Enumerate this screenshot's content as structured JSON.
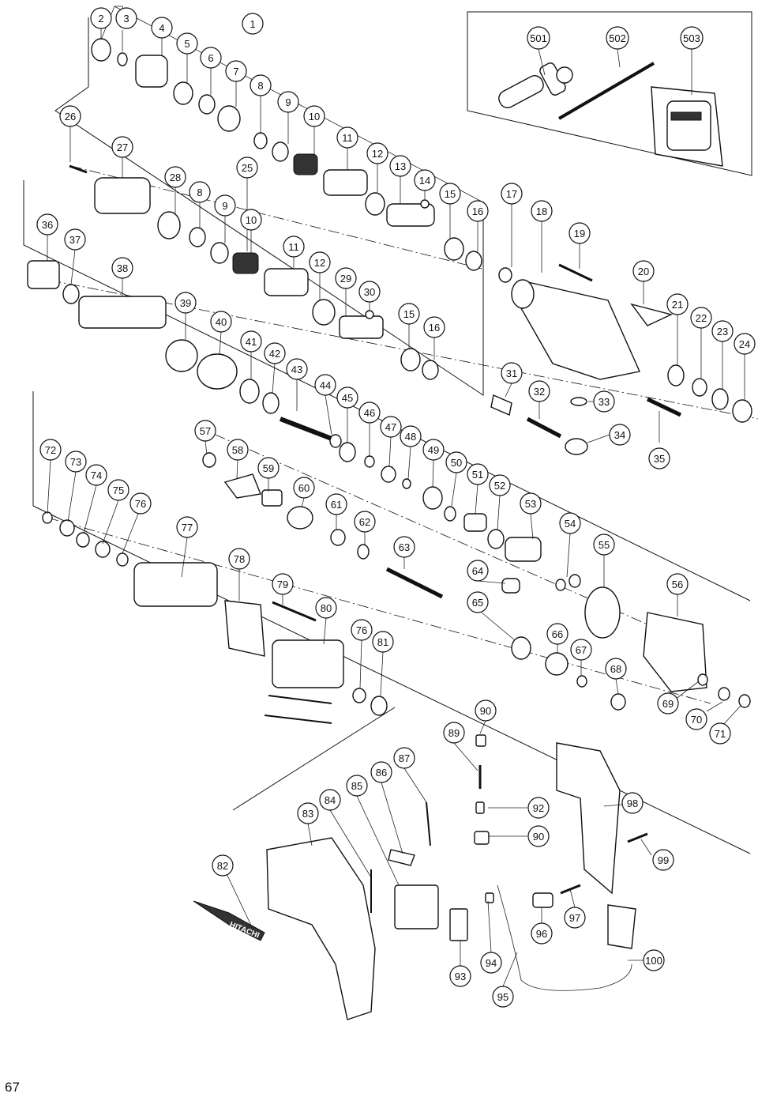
{
  "page_number": "67",
  "logo_text": "HITACHI",
  "callouts": [
    "2",
    "3",
    "4",
    "1",
    "5",
    "6",
    "7",
    "8",
    "9",
    "10",
    "11",
    "12",
    "13",
    "14",
    "15",
    "16",
    "17",
    "18",
    "19",
    "20",
    "21",
    "22",
    "23",
    "24",
    "26",
    "27",
    "28",
    "25",
    "36",
    "37",
    "38",
    "39",
    "40",
    "41",
    "42",
    "43",
    "44",
    "45",
    "46",
    "47",
    "48",
    "49",
    "50",
    "51",
    "52",
    "53",
    "54",
    "55",
    "56",
    "29",
    "30",
    "31",
    "32",
    "33",
    "34",
    "35",
    "57",
    "58",
    "59",
    "60",
    "61",
    "62",
    "63",
    "64",
    "65",
    "66",
    "67",
    "68",
    "69",
    "70",
    "71",
    "72",
    "73",
    "74",
    "75",
    "76",
    "77",
    "78",
    "79",
    "80",
    "81",
    "82",
    "83",
    "84",
    "85",
    "86",
    "87",
    "89",
    "90",
    "92",
    "93",
    "94",
    "95",
    "96",
    "97",
    "98",
    "99",
    "100",
    "501",
    "502",
    "503"
  ]
}
